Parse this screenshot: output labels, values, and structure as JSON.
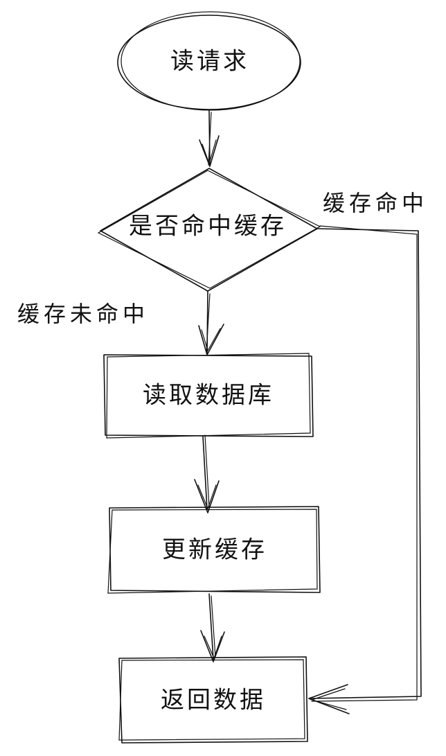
{
  "nodes": {
    "start": "读请求",
    "decision": "是否命中缓存",
    "read_db": "读取数据库",
    "update_cache": "更新缓存",
    "return_data": "返回数据"
  },
  "edges": {
    "hit": "缓存命中",
    "miss": "缓存未命中"
  }
}
